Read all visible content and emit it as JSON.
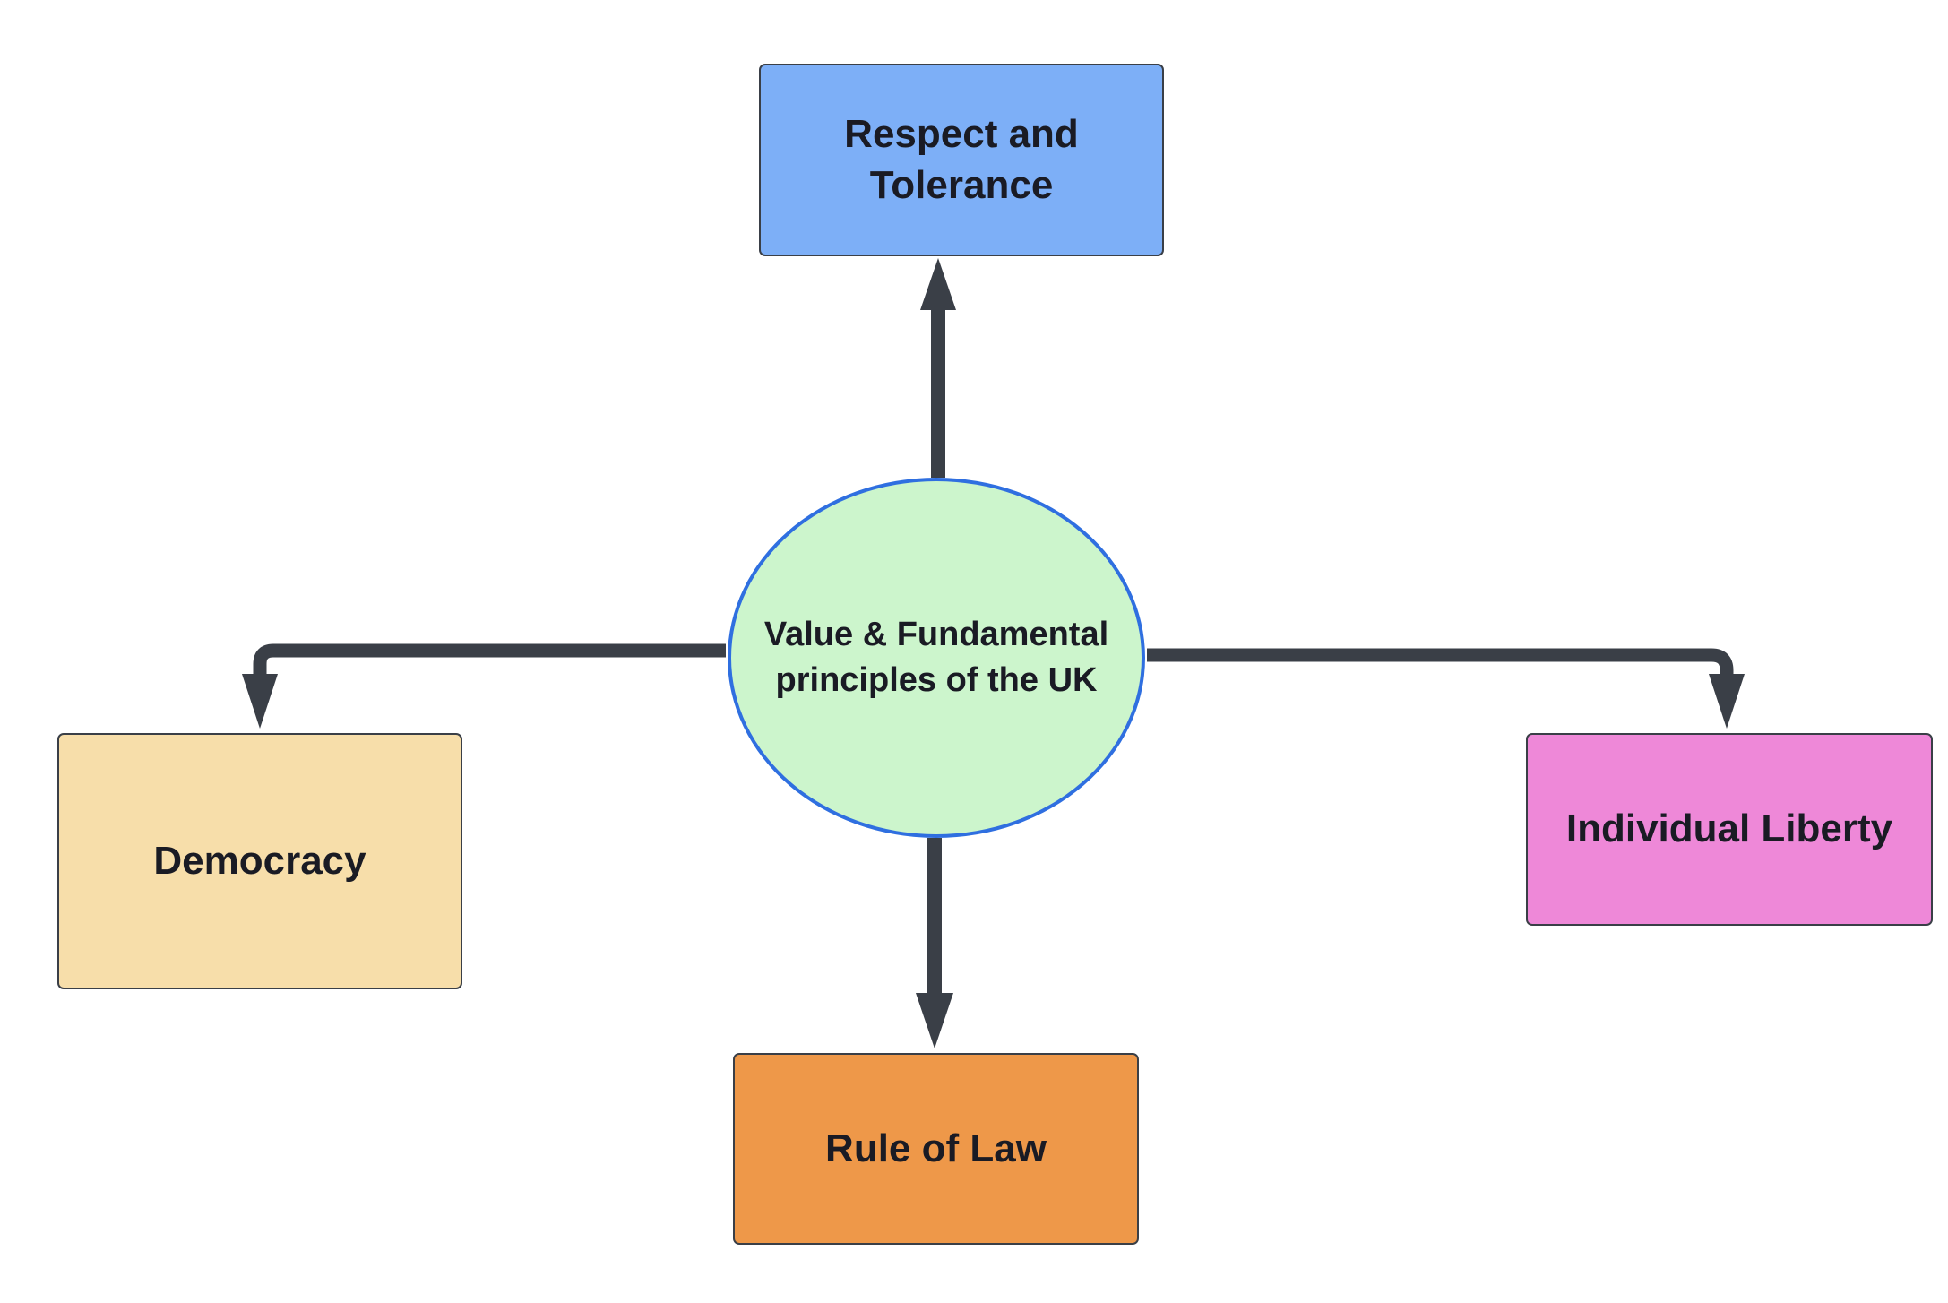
{
  "center": {
    "label": "Value & Fundamental principles of the UK",
    "fill": "#ccf5cc",
    "border": "#2f6fe0"
  },
  "nodes": {
    "respect": {
      "label": "Respect and Tolerance",
      "fill": "#7daff7"
    },
    "democracy": {
      "label": "Democracy",
      "fill": "#f7deaa"
    },
    "liberty": {
      "label": "Individual Liberty",
      "fill": "#ee88d8"
    },
    "law": {
      "label": "Rule of Law",
      "fill": "#ee9849"
    }
  },
  "connector_color": "#3a3f47"
}
